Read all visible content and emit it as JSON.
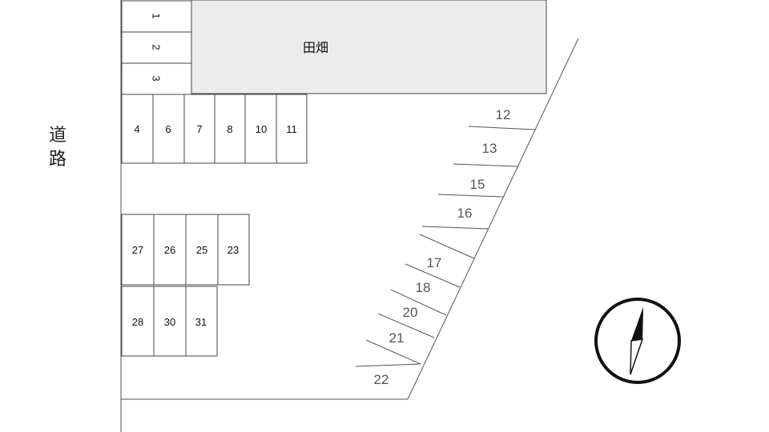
{
  "road_label": [
    "道",
    "路"
  ],
  "field_label": "田畑",
  "spaces": {
    "top_vertical": [
      "1",
      "2",
      "3"
    ],
    "row_a": [
      "4",
      "6",
      "7",
      "8",
      "10",
      "11"
    ],
    "row_b": [
      "27",
      "26",
      "25",
      "23"
    ],
    "row_c": [
      "28",
      "30",
      "31"
    ],
    "diagonal": [
      "12",
      "13",
      "15",
      "16",
      "17",
      "18",
      "20",
      "21",
      "22"
    ]
  },
  "compass_icon": "north-arrow-icon"
}
